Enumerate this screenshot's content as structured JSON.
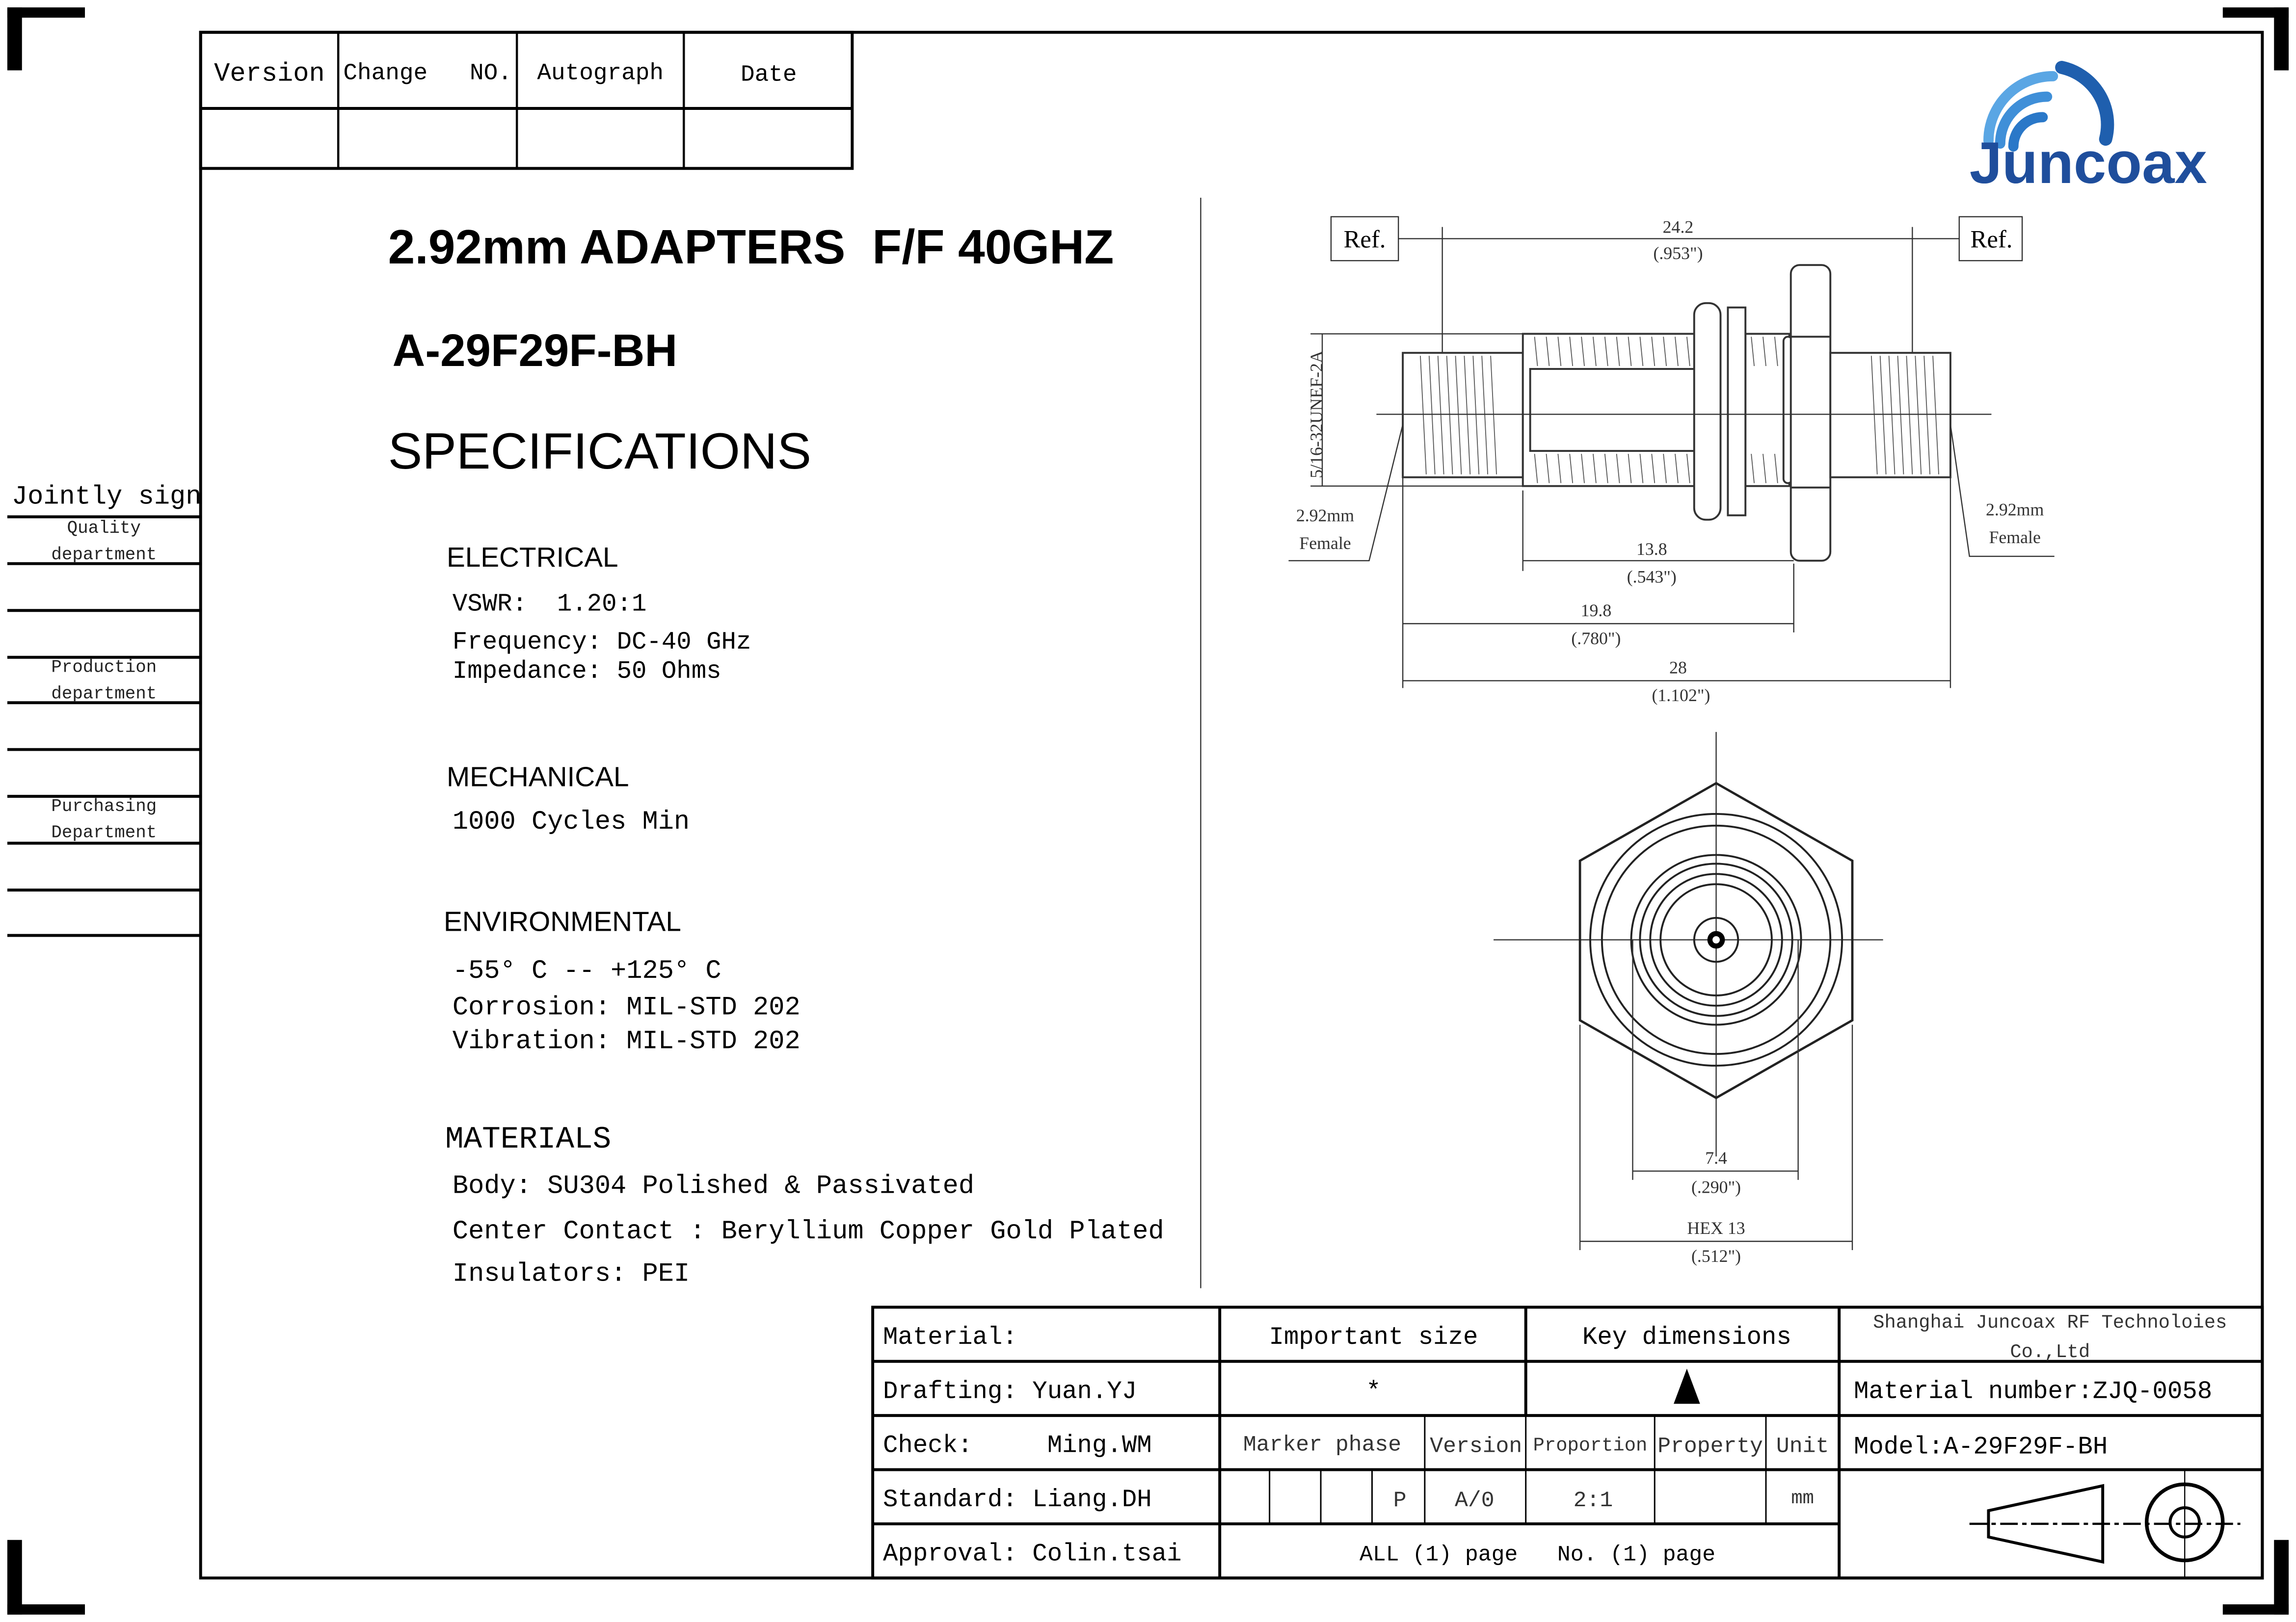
{
  "revision_table": {
    "headers": [
      "Version",
      "Change   NO.",
      "Autograph",
      "Date"
    ]
  },
  "logo": {
    "text": "Juncoax",
    "color": "#1f4e9c"
  },
  "sign_panel": {
    "title": "Jointly sign",
    "departments": [
      [
        "Quality",
        "department"
      ],
      [
        "Production",
        "department"
      ],
      [
        "Purchasing",
        "Department"
      ]
    ]
  },
  "spec": {
    "title": "2.92mm ADAPTERS  F/F 40GHZ",
    "model": "A-29F29F-BH",
    "heading": "SPECIFICATIONS",
    "electrical": {
      "heading": "ELECTRICAL",
      "lines": [
        "VSWR:  1.20:1",
        "Frequency: DC-40 GHz",
        "Impedance: 50 Ohms"
      ]
    },
    "mechanical": {
      "heading": "MECHANICAL",
      "lines": [
        "1000 Cycles Min"
      ]
    },
    "environmental": {
      "heading": "ENVIRONMENTAL",
      "lines": [
        "-55° C -- +125° C",
        "Corrosion: MIL-STD 202",
        "Vibration: MIL-STD 202"
      ]
    },
    "materials": {
      "heading": "MATERIALS",
      "lines": [
        "Body: SU304 Polished & Passivated",
        "Center Contact : Beryllium Copper Gold Plated",
        "Insulators: PEI"
      ]
    }
  },
  "drawing": {
    "ref": "Ref.",
    "thread": "5/16-32UNEF-2A",
    "connector_left": [
      "2.92mm",
      "Female"
    ],
    "connector_right": [
      "2.92mm",
      "Female"
    ],
    "dims": {
      "d24": [
        "24.2",
        "(.953\")"
      ],
      "d13": [
        "13.8",
        "(.543\")"
      ],
      "d19": [
        "19.8",
        "(.780\")"
      ],
      "d28": [
        "28",
        "(1.102\")"
      ],
      "d7": [
        "7.4",
        "(.290\")"
      ],
      "hex": [
        "HEX 13",
        "(.512\")"
      ]
    }
  },
  "title_block": {
    "material": "Material:",
    "important_size": "Important size",
    "key_dimensions": "Key dimensions",
    "company": [
      "Shanghai Juncoax RF Technoloies",
      "Co.,Ltd"
    ],
    "drafting": "Drafting: Yuan.YJ",
    "important_symbol": "*",
    "material_number": "Material number:ZJQ-0058",
    "check": "Check:     Ming.WM",
    "marker_phase": "Marker phase",
    "version": "Version",
    "proportion": "Proportion",
    "property": "Property",
    "unit": "Unit",
    "model": "Model:A-29F29F-BH",
    "standard": "Standard: Liang.DH",
    "phase_value": "P",
    "version_value": "A/0",
    "proportion_value": "2:1",
    "unit_value": "mm",
    "approval": "Approval: Colin.tsai",
    "pages": "ALL (1) page   No. (1) page"
  }
}
